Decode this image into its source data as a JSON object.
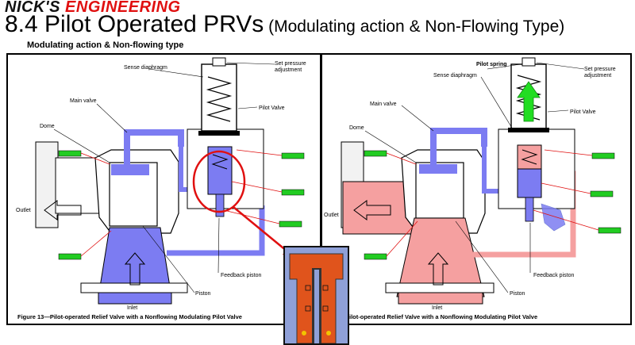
{
  "header": {
    "brand_part1": "NICK'S ",
    "brand_part2": "ENGINEERING",
    "title": "8.4 Pilot Operated PRVs",
    "title_suffix": " (Modulating action & Non-Flowing Type)",
    "subtitle": "Modulating action & Non-flowing type"
  },
  "left_panel": {
    "labels": {
      "sense_diaphragm": "Sense diaphragm",
      "set_pressure": "Set pressure",
      "adjustment": "adjustment",
      "main_valve": "Main valve",
      "pilot_valve": "Pilot Valve",
      "dome": "Dome",
      "outlet": "Outlet",
      "feedback_piston": "Feedback piston",
      "piston": "Piston",
      "inlet": "Inlet"
    },
    "caption": "Figure  13—Pilot-operated Relief Valve with a Nonflowing Modulating Pilot Valve"
  },
  "right_panel": {
    "labels": {
      "pilot_spring": "Pilot spring",
      "sense_diaphragm": "Sense diaphragm",
      "set_pressure": "Set pressure",
      "adjustment": "adjustment",
      "main_valve": "Main valve",
      "pilot_valve": "Pilot Valve",
      "dome": "Dome",
      "outlet": "Outlet",
      "feedback_piston": "Feedback piston",
      "piston": "Piston",
      "inlet": "Inlet"
    },
    "caption": "re  13—Pilot-operated Relief Valve with a Nonflowing Modulating Pilot Valve"
  },
  "colors": {
    "blue": "#7c7cf2",
    "pink": "#f5a0a0",
    "red": "#e01010",
    "green_tag": "#22cc22",
    "arrow_green": "#22dd22",
    "zoom_orange": "#e0541c",
    "zoom_blue": "#8fa0d8"
  }
}
